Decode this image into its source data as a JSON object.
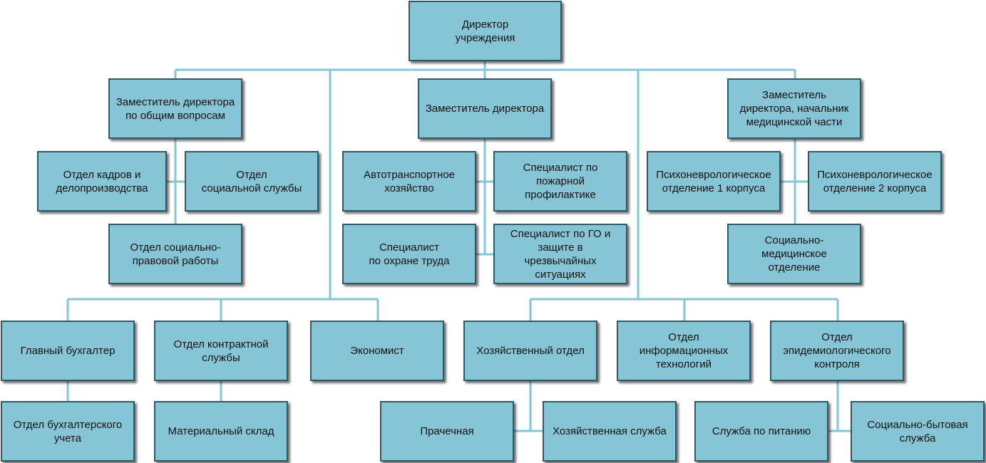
{
  "boxes": {
    "director": "Директор\nучреждения",
    "deputy_general": "Заместитель директора\nпо общим вопросам",
    "deputy": "Заместитель директора",
    "deputy_medical": "Заместитель\nдиректора, начальник\nмедицинской части",
    "hr": "Отдел кадров и\nделопроизводства",
    "social_service": "Отдел\nсоциальной службы",
    "social_legal": "Отдел социально-\nправовой работы",
    "motor_transport": "Автотранспортное\nхозяйство",
    "fire_specialist": "Специалист по\nпожарной\nпрофилактике",
    "labor_safety": "Специалист\nпо охране труда",
    "civil_defense": "Специалист по ГО и\nзащите в\nчрезвычайных\nситуациях",
    "psycho_1": "Психоневрологическое\nотделение 1 корпуса",
    "psycho_2": "Психоневрологическое\nотделение 2 корпуса",
    "social_medical": "Социально-\nмедицинское\nотделение",
    "chief_accountant": "Главный бухгалтер",
    "contract_service": "Отдел контрактной\nслужбы",
    "economist": "Экономист",
    "household_dept": "Хозяйственный отдел",
    "it_dept": "Отдел\nинформационных\nтехнологий",
    "epidemiology": "Отдел\nэпидемиологического\nконтроля",
    "accounting": "Отдел бухгалтерского\nучета",
    "warehouse": "Материальный склад",
    "laundry": "Прачечная",
    "household_service": "Хозяйственная служба",
    "food_service": "Служба по питанию",
    "social_household": "Социально-бытовая\nслужба"
  },
  "colors": {
    "box_fill": "#86c5d5",
    "box_border": "#2f5966",
    "connector": "#86c5d5"
  }
}
